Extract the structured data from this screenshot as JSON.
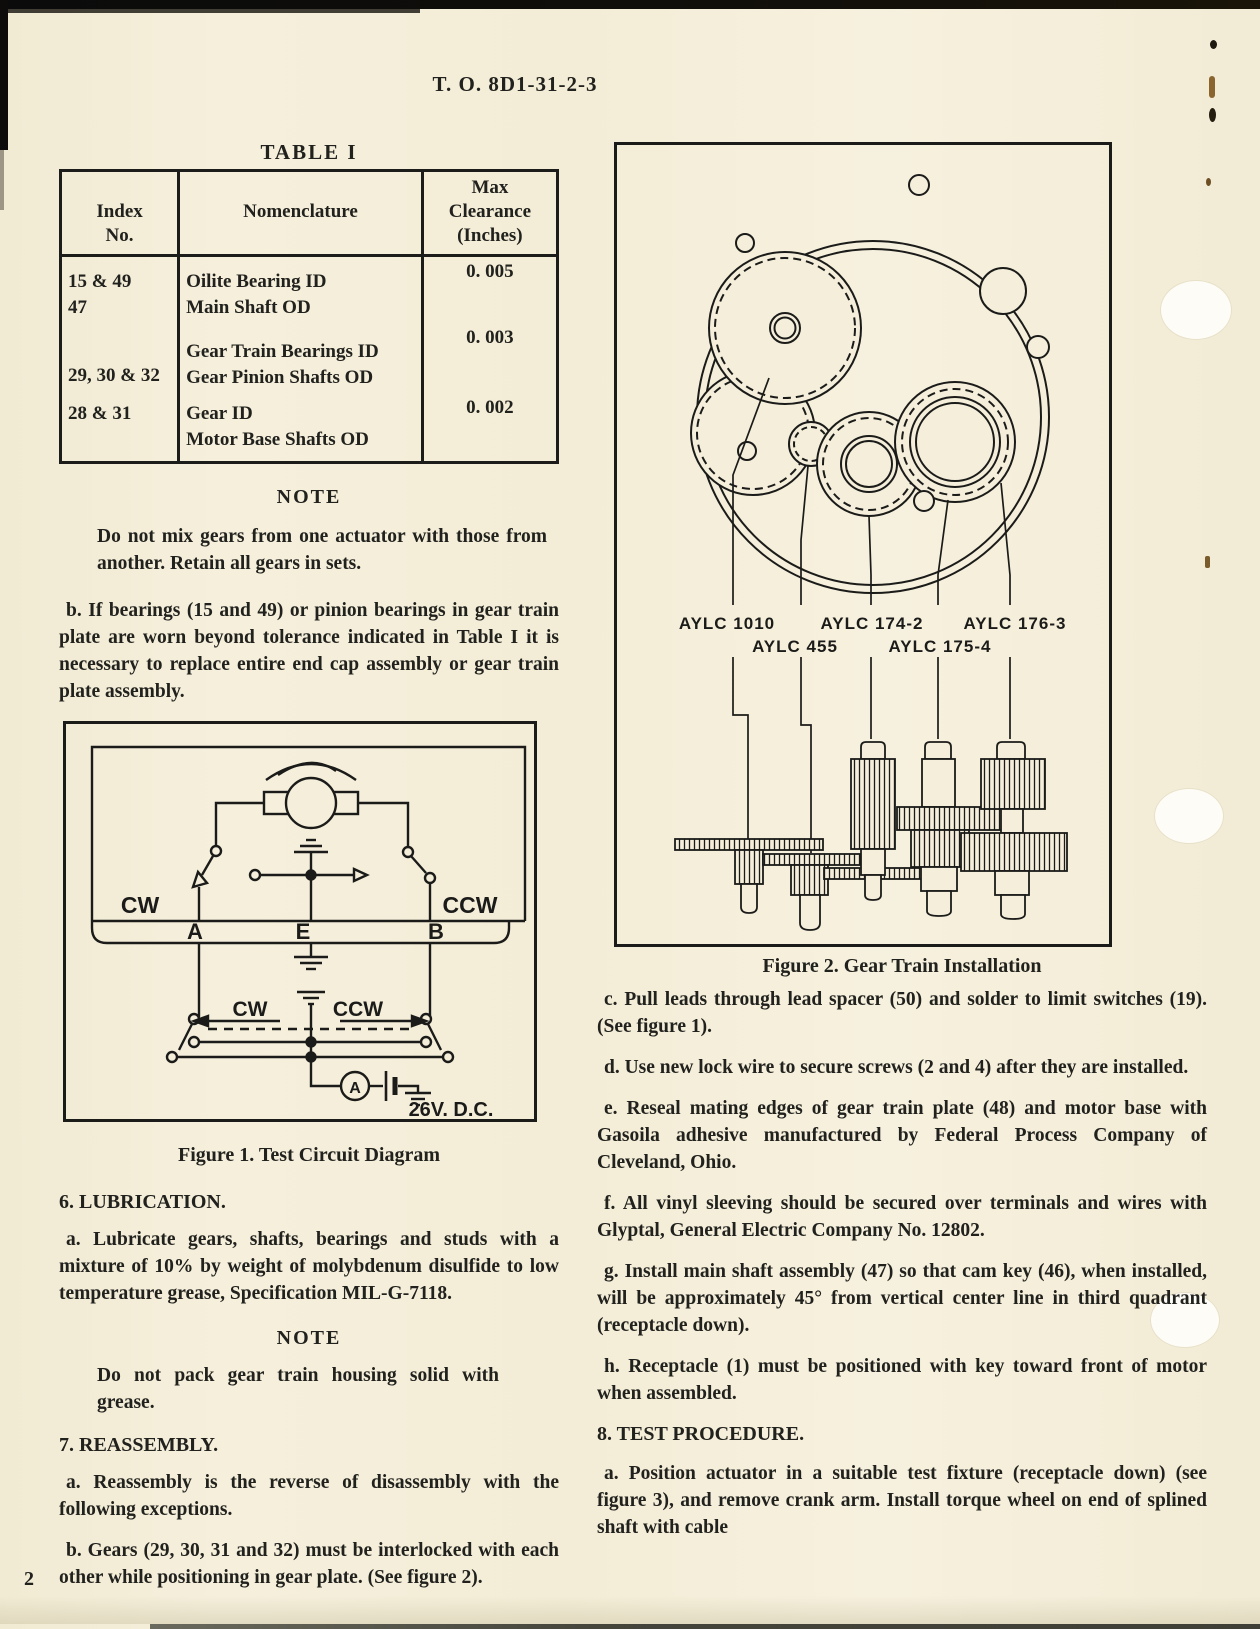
{
  "page": {
    "header": "T. O.  8D1-31-2-3",
    "page_number": "2"
  },
  "table": {
    "title": "TABLE  I",
    "columns": {
      "index": "Index\nNo.",
      "nomenclature": "Nomenclature",
      "clearance": "Max\nClearance\n(Inches)"
    },
    "rows": [
      {
        "index": "15 & 49\n47",
        "nomenclature": "Oilite Bearing ID\nMain Shaft OD",
        "clearance": "0. 005"
      },
      {
        "index": "29, 30 & 32",
        "nomenclature": "Gear Train Bearings ID\nGear Pinion Shafts OD",
        "clearance": "0. 003"
      },
      {
        "index": "28 & 31",
        "nomenclature": "Gear ID\nMotor Base Shafts OD",
        "clearance": "0. 002"
      }
    ]
  },
  "left_column": {
    "note1_heading": "NOTE",
    "note1_body": "Do not mix gears from one actuator with those from another.  Retain all gears in sets.",
    "para_b": "b.  If bearings (15 and 49) or pinion bearings in gear train plate are worn beyond tolerance indicated in Table I it is necessary to replace entire end cap assembly or gear train plate assembly.",
    "figure1_caption": "Figure 1.   Test Circuit Diagram",
    "section6_heading": "6.  LUBRICATION.",
    "para_6a": "a.  Lubricate gears, shafts, bearings and studs with a mixture of 10% by weight of molybdenum disulfide to low temperature grease, Specification MIL-G-7118.",
    "note2_heading": "NOTE",
    "note2_body": "Do not pack gear train housing solid with grease.",
    "section7_heading": "7.  REASSEMBLY.",
    "para_7a": "a.  Reassembly is the reverse of disassembly with the following exceptions.",
    "para_7b": "b.  Gears (29, 30, 31 and 32) must be interlocked with each other while positioning in gear plate.  (See figure 2)."
  },
  "figure1": {
    "labels": {
      "cw_upper": "CW",
      "ccw_upper": "CCW",
      "term_a": "A",
      "term_e": "E",
      "term_b": "B",
      "cw_lower": "CW",
      "ccw_lower": "CCW",
      "ammeter": "A",
      "supply": "26V. D.C."
    }
  },
  "figure2": {
    "caption": "Figure 2.   Gear Train Installation",
    "labels": [
      "AYLC 1010",
      "AYLC 174-2",
      "AYLC 176-3",
      "AYLC 455",
      "AYLC  175-4"
    ]
  },
  "right_column": {
    "para_c": "c.  Pull leads through lead spacer (50) and solder to limit switches (19).   (See figure 1).",
    "para_d": "d.  Use new lock wire to secure screws (2 and 4) after they are installed.",
    "para_e": "e.  Reseal mating edges of gear train plate (48) and motor base with Gasoila adhesive manufactured by Federal Process Company of Cleveland,  Ohio.",
    "para_f": "f.  All vinyl sleeving should be secured over terminals and wires with Glyptal, General Electric Company No.  12802.",
    "para_g": "g.  Install main shaft assembly (47) so that cam key (46), when installed, will be approximately 45° from vertical center line in third quadrant (receptacle down).",
    "para_h": "h.  Receptacle (1) must be positioned with key toward front of motor when assembled.",
    "section8_heading": "8.  TEST PROCEDURE.",
    "para_8a": "a.  Position actuator in a suitable test fixture (receptacle down) (see figure 3), and remove crank arm. Install torque wheel on end of splined shaft with cable"
  }
}
